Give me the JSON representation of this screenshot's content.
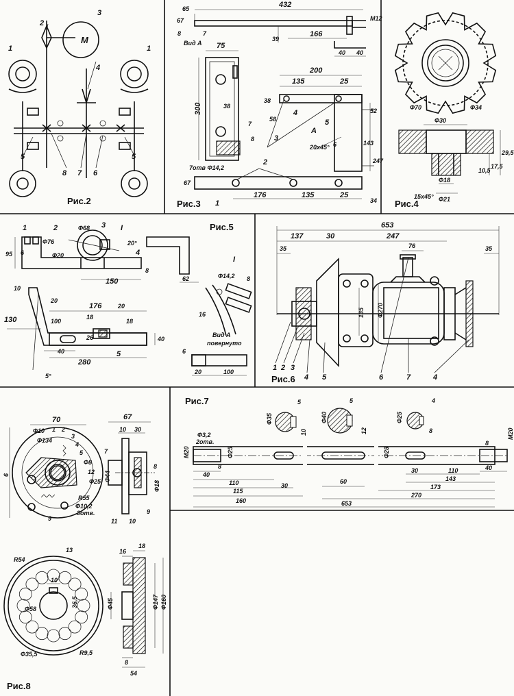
{
  "fig2": {
    "caption": "Рис.2",
    "motor_label": "М",
    "labels": [
      "1",
      "2",
      "3",
      "4",
      "1",
      "5",
      "8",
      "7",
      "6",
      "5"
    ]
  },
  "fig3": {
    "caption": "Рис.3",
    "view_label": "Вид А",
    "holes_label": "7отв Ф14,2",
    "dims": [
      "65",
      "432",
      "67",
      "8",
      "7",
      "39",
      "166",
      "М12",
      "40",
      "40",
      "75",
      "300",
      "38",
      "7",
      "8",
      "200",
      "135",
      "25",
      "38",
      "58",
      "4",
      "3",
      "5",
      "52",
      "А",
      "20х45°",
      "6",
      "143",
      "247",
      "2",
      "67",
      "176",
      "135",
      "25",
      "34",
      "1"
    ]
  },
  "fig4": {
    "caption": "Рис.4",
    "dims": [
      "Ф70",
      "Ф34",
      "Ф30",
      "29,5",
      "17,5",
      "10,5",
      "Ф18",
      "Ф21",
      "15х45°"
    ]
  },
  "fig5": {
    "caption": "Рис.5",
    "view_label": "Вид А",
    "view_sub": "повернуто",
    "dims": [
      "1",
      "2",
      "Ф68",
      "3",
      "I",
      "Ф76",
      "95",
      "6",
      "Ф20",
      "20°",
      "4",
      "8",
      "150",
      "62",
      "10",
      "20",
      "176",
      "20",
      "18",
      "130",
      "100",
      "18",
      "26",
      "40",
      "40",
      "5",
      "280",
      "5°",
      "I",
      "Ф14,2",
      "8",
      "16",
      "6",
      "20",
      "100"
    ]
  },
  "fig6": {
    "caption": "Рис.6",
    "dims": [
      "653",
      "137",
      "30",
      "247",
      "76",
      "35",
      "35",
      "135",
      "Ф270",
      "1",
      "2",
      "3",
      "4",
      "5",
      "6",
      "7",
      "4"
    ]
  },
  "fig7": {
    "caption": "Рис.7",
    "dims": [
      "Ф3,2",
      "2отв.",
      "М20",
      "Ф25",
      "8",
      "40",
      "110",
      "115",
      "30",
      "160",
      "Ф35",
      "5",
      "10",
      "Ф40",
      "5",
      "12",
      "Ф25",
      "4",
      "8",
      "60",
      "Ф28",
      "30",
      "110",
      "143",
      "173",
      "270",
      "653",
      "8",
      "40",
      "М20"
    ]
  },
  "fig8": {
    "caption": "Рис.8",
    "dims": [
      "70",
      "Ф10",
      "1",
      "2",
      "3",
      "4",
      "5",
      "6",
      "Ф8",
      "Ф134",
      "12",
      "Ф25",
      "R55",
      "Ф10,2",
      "3отв.",
      "9",
      "67",
      "10",
      "30",
      "7",
      "Ф44",
      "Ф18",
      "8",
      "11",
      "10",
      "9",
      "13",
      "R54",
      "10",
      "Ф58",
      "36,5",
      "Ф35,5",
      "R9,5",
      "16",
      "18",
      "Ф45",
      "Ф147",
      "Ф160",
      "8",
      "54"
    ]
  }
}
